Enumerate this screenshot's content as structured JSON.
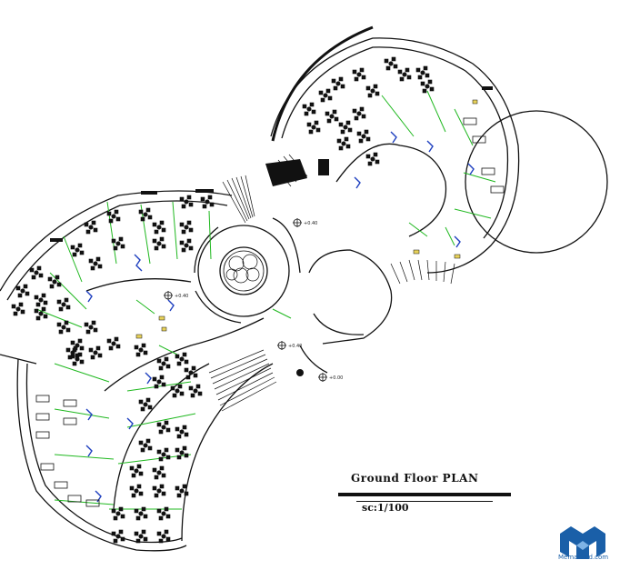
{
  "drawing": {
    "title": "Ground Floor  PLAN",
    "scale": "sc:1/100"
  },
  "levels": [
    "+0.40",
    "+0.40",
    "+0.40",
    "+0.00"
  ],
  "logo": {
    "brand": "MemarCad.com",
    "color": "#1a5fa8"
  },
  "colors": {
    "lines": "#111111",
    "partitions": "#1fb81f",
    "doors": "#1e3fbf",
    "sanitary": "#e8d25a"
  }
}
